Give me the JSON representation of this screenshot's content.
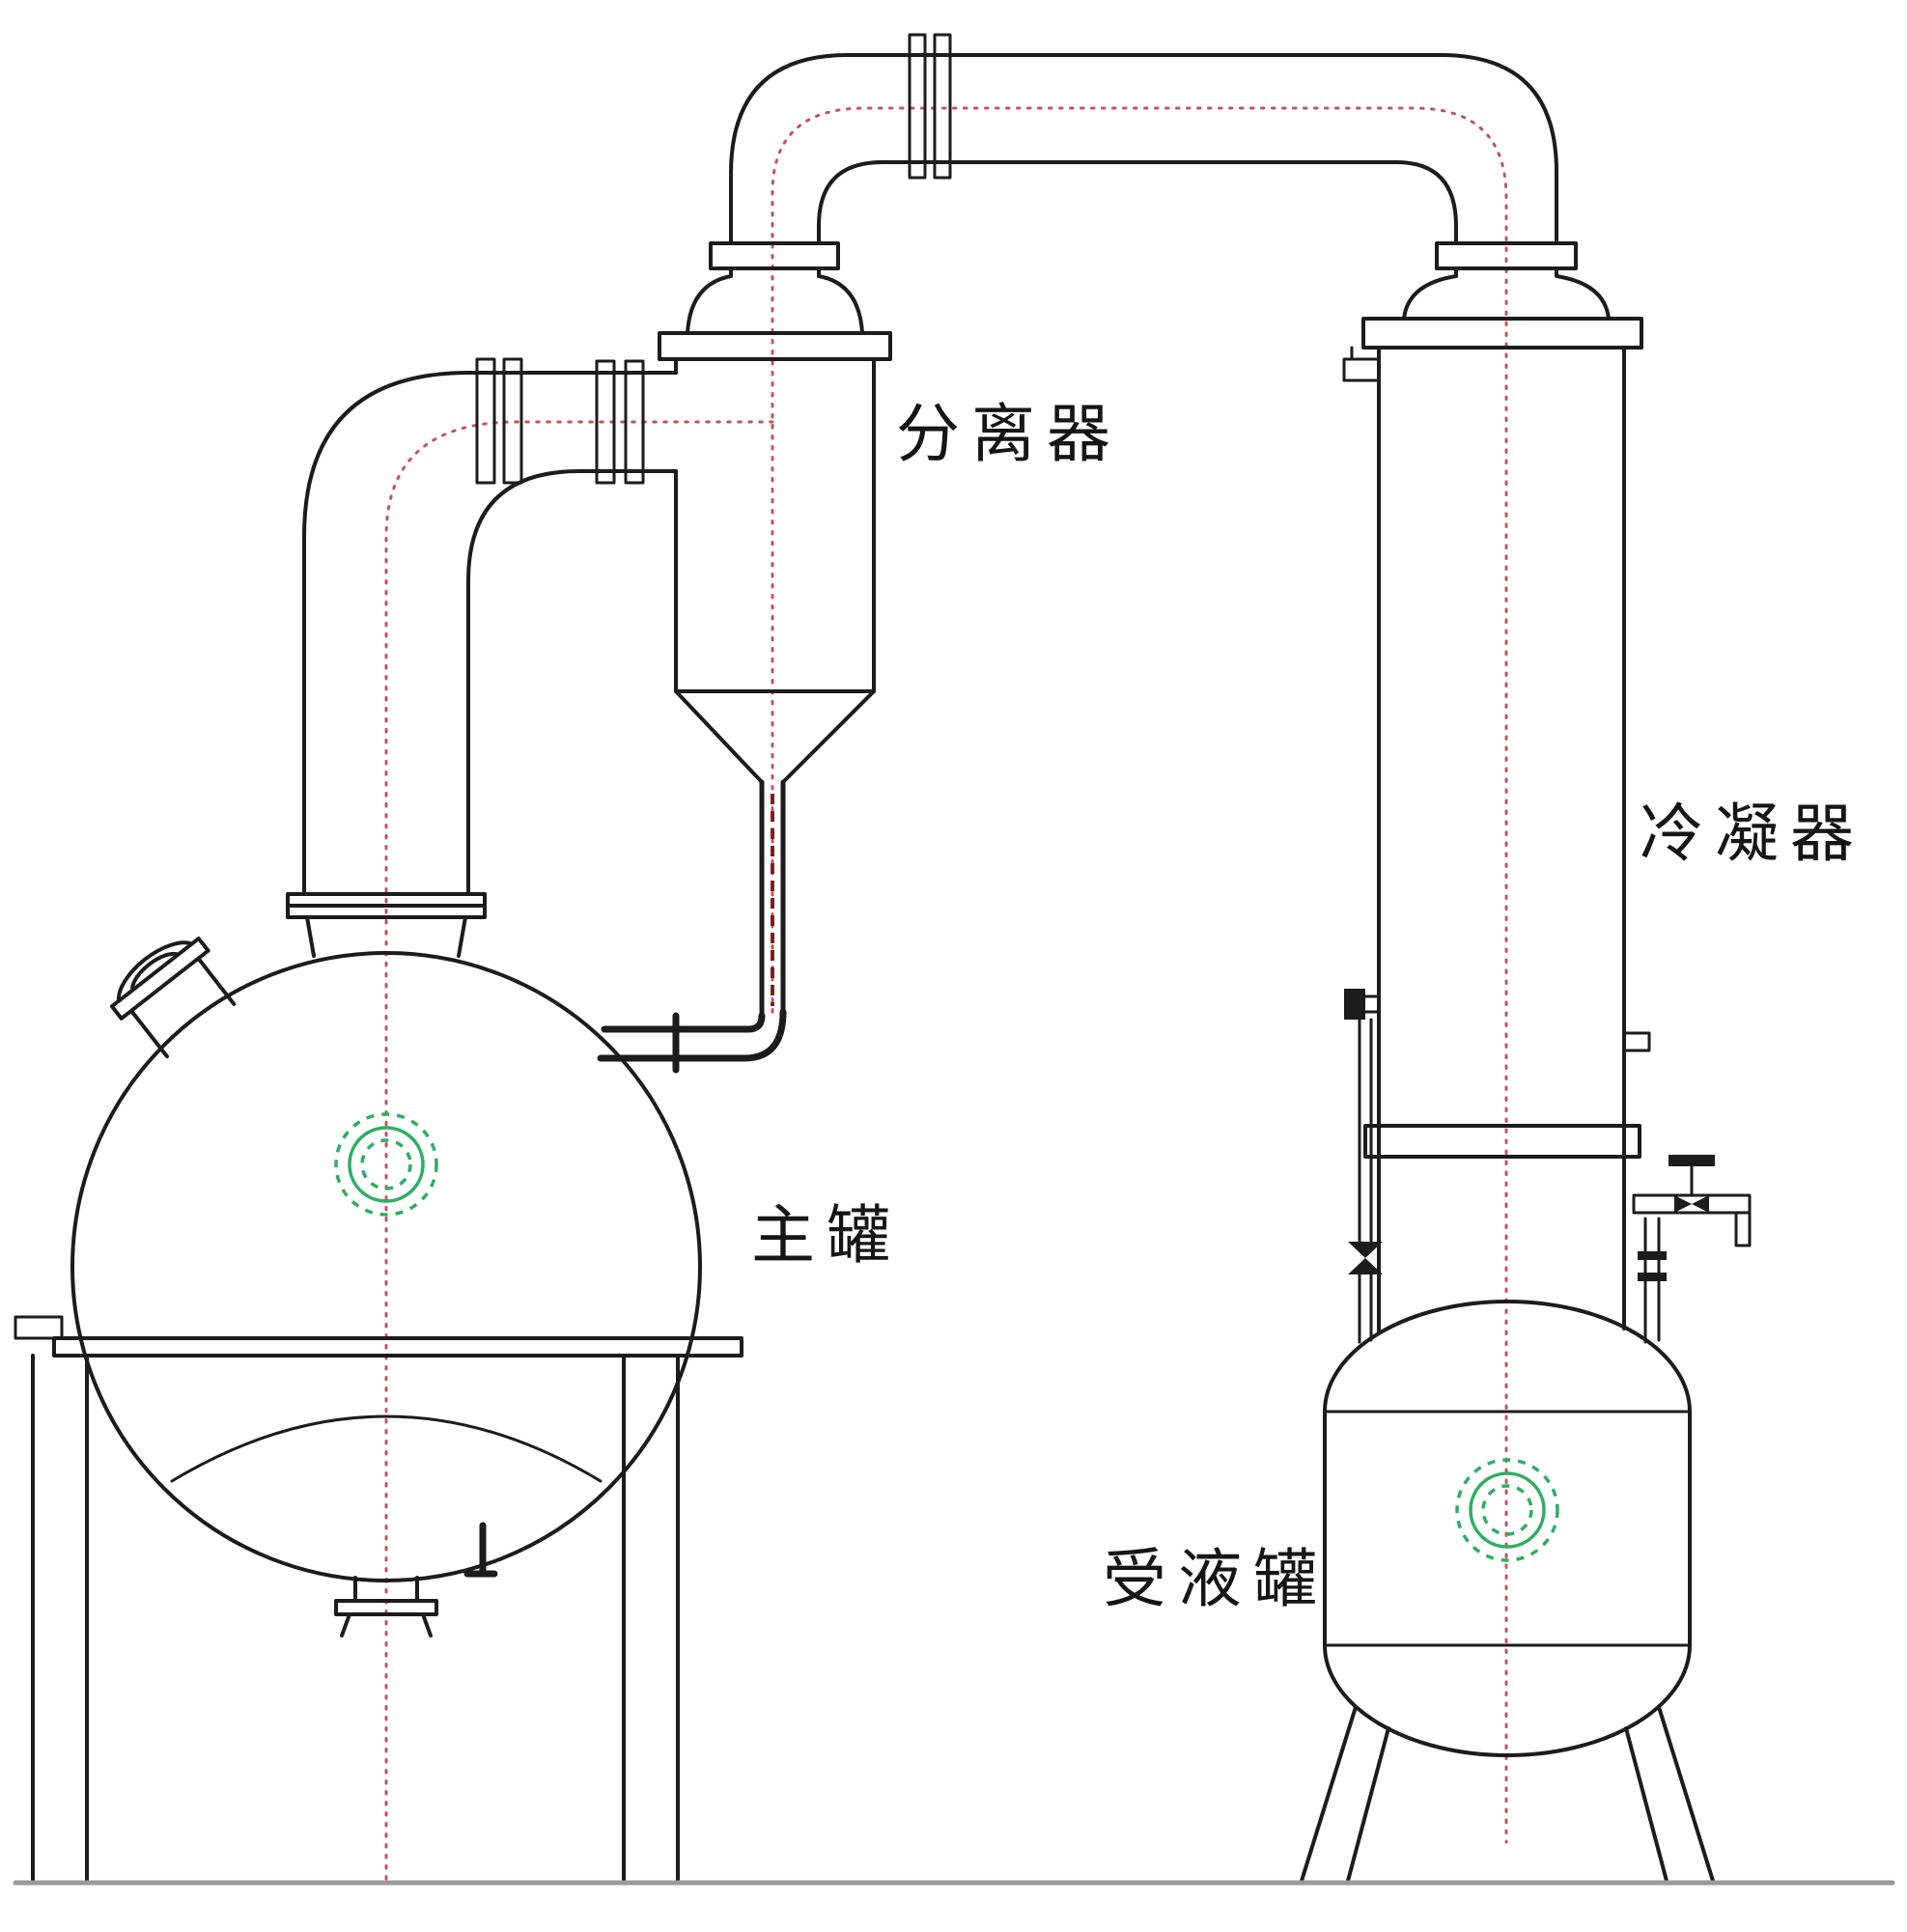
{
  "diagram": {
    "type": "process-equipment-line-drawing",
    "labels": {
      "separator": "分离器",
      "condenser": "冷凝器",
      "main_tank": "主罐",
      "receiver_tank": "受液罐"
    }
  },
  "colors": {
    "background": "#ffffff",
    "line": "#1c1c1c",
    "centerline": "#c05560",
    "drain": "#7b2020",
    "sight_glass": "#2fae62",
    "ground": "#9a9a9a"
  }
}
